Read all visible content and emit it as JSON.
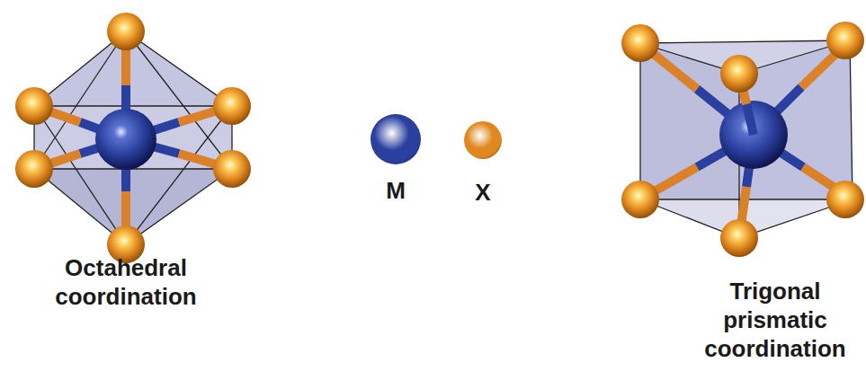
{
  "diagram": {
    "labels": [
      "Octahedral coordination",
      "Trigonal prismatic coordination"
    ],
    "legend": [
      {
        "text": "M",
        "color": "#2b3f9e"
      },
      {
        "text": "X",
        "color": "#e0881f"
      }
    ]
  }
}
